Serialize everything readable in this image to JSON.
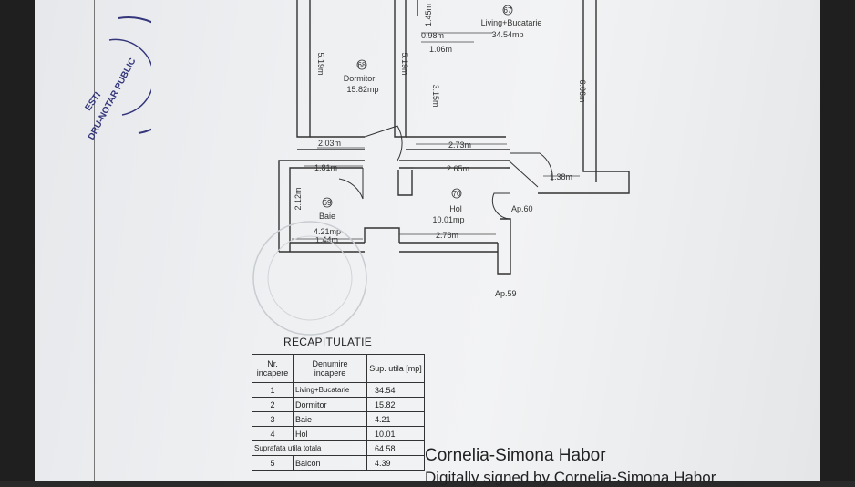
{
  "floorplan": {
    "rooms": [
      {
        "number": "67",
        "name": "Living+Bucatarie",
        "area": "34.54mp"
      },
      {
        "number": "68",
        "name": "Dormitor",
        "area": "15.82mp"
      },
      {
        "number": "69",
        "name": "Baie",
        "area": "4.21mp"
      },
      {
        "number": "70",
        "name": "Hol",
        "area": "10.01mp"
      }
    ],
    "dimensions": {
      "d_1_45": "1.45m",
      "d_0_98": "0.98m",
      "d_1_06": "1.06m",
      "d_5_19_left": "5.19m",
      "d_5_19_mid": "5.19m",
      "d_3_15": "3.15m",
      "d_6_06": "6.06m",
      "d_2_03": "2.03m",
      "d_2_73": "2.73m",
      "d_1_81": "1.81m",
      "d_2_65": "2.65m",
      "d_1_38": "1.38m",
      "d_2_12": "2.12m",
      "d_1_44": "1.44m",
      "d_2_78": "2.78m"
    },
    "neighbors": {
      "ap60": "Ap.60",
      "ap59": "Ap.59"
    }
  },
  "stamp": {
    "line1": "ESTI",
    "line2": "DRU-NOTAR PUBLIC"
  },
  "recap": {
    "title": "RECAPITULATIE",
    "headers": {
      "nr": "Nr. incapere",
      "name": "Denumire incapere",
      "area": "Sup. utila [mp]"
    },
    "rows": [
      {
        "nr": "1",
        "name": "Living+Bucatarie",
        "area": "34.54"
      },
      {
        "nr": "2",
        "name": "Dormitor",
        "area": "15.82"
      },
      {
        "nr": "3",
        "name": "Baie",
        "area": "4.21"
      },
      {
        "nr": "4",
        "name": "Hol",
        "area": "10.01"
      }
    ],
    "total": {
      "label": "Suprafata utila totala",
      "area": "64.58"
    },
    "extra_rows": [
      {
        "nr": "5",
        "name": "Balcon",
        "area": "4.39"
      }
    ]
  },
  "signature": {
    "name": "Cornelia-Simona Habor",
    "signed_line": "Digitally signed by Cornelia-Simona Habor"
  }
}
